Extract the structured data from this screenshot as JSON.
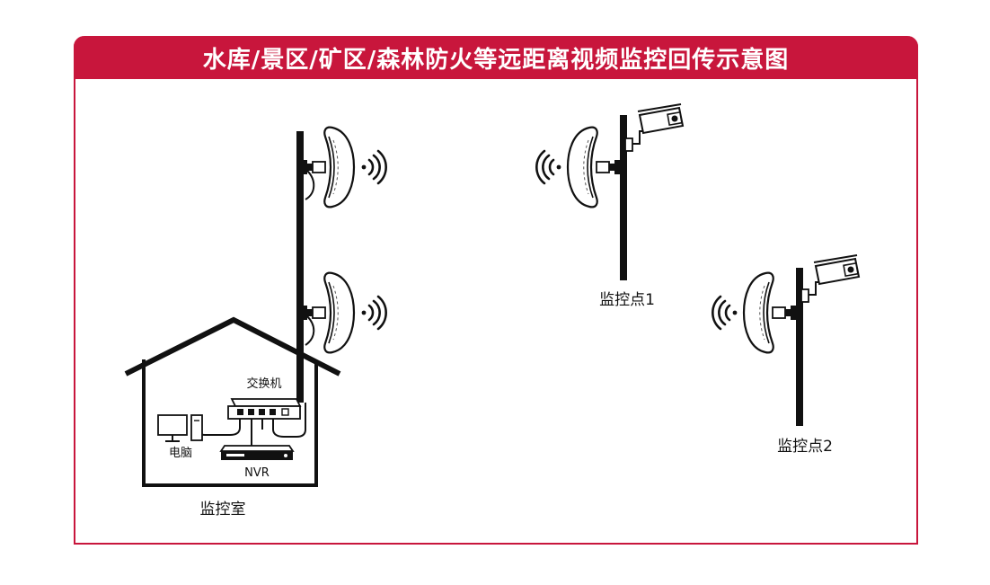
{
  "title": "水库/景区/矿区/森林防火等远距离视频监控回传示意图",
  "labels": {
    "switch": "交换机",
    "computer": "电脑",
    "nvr": "NVR",
    "control_room": "监控室",
    "point1": "监控点1",
    "point2": "监控点2"
  },
  "colors": {
    "accent": "#c8163c",
    "line": "#111111"
  },
  "icons": [
    "cpe-antenna-icon",
    "wifi-signal-icon",
    "ip-camera-icon",
    "network-switch-icon",
    "desktop-computer-icon",
    "nvr-recorder-icon",
    "house-icon"
  ]
}
